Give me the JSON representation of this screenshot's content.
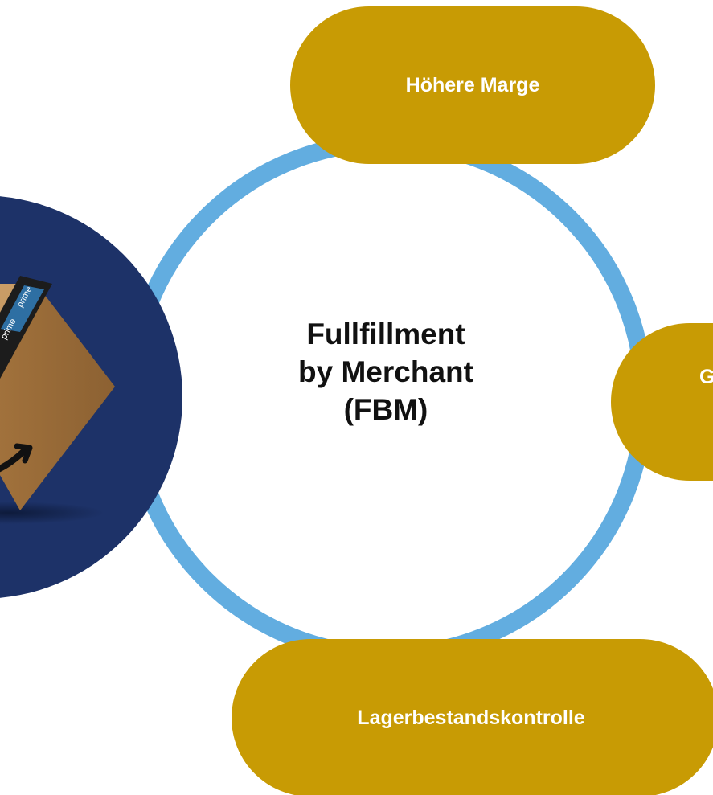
{
  "diagram": {
    "center": {
      "lines": [
        "Fullfillment",
        "by Merchant",
        "(FBM)"
      ]
    },
    "nodes": {
      "top": "Höhere Marge",
      "right": "G",
      "bottom": "Lagerbestandskontrolle"
    },
    "image": {
      "box_text": "prime",
      "icon": "amazon-package-icon"
    },
    "colors": {
      "ring": "#62ade0",
      "node": "#c89b04",
      "navy": "#1d3268",
      "box": "#c79a64",
      "text": "#111111"
    }
  }
}
